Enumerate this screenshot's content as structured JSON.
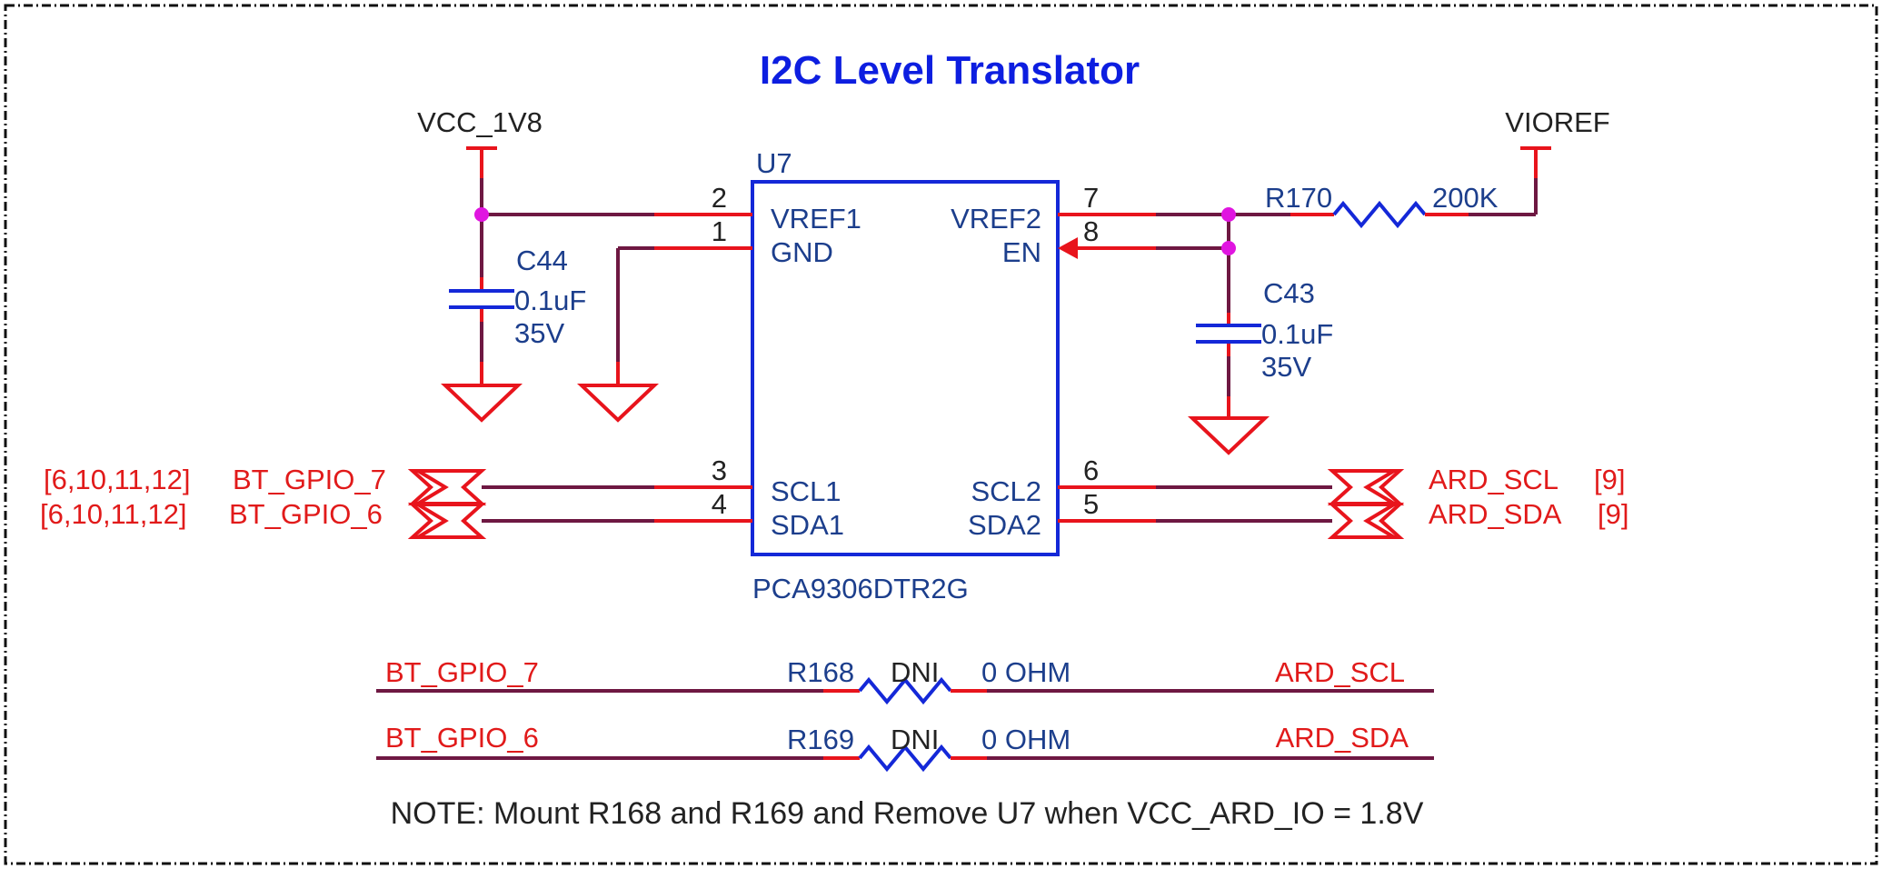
{
  "title": "I2C Level Translator",
  "power": {
    "left_rail": "VCC_1V8",
    "right_rail": "VIOREF"
  },
  "ic": {
    "refdes": "U7",
    "part_number": "PCA9306DTR2G",
    "pins": {
      "vref1": {
        "name": "VREF1",
        "number": "2"
      },
      "gnd": {
        "name": "GND",
        "number": "1"
      },
      "scl1": {
        "name": "SCL1",
        "number": "3"
      },
      "sda1": {
        "name": "SDA1",
        "number": "4"
      },
      "vref2": {
        "name": "VREF2",
        "number": "7"
      },
      "en": {
        "name": "EN",
        "number": "8"
      },
      "scl2": {
        "name": "SCL2",
        "number": "6"
      },
      "sda2": {
        "name": "SDA2",
        "number": "5"
      }
    }
  },
  "capacitors": {
    "c44": {
      "refdes": "C44",
      "value": "0.1uF",
      "voltage": "35V"
    },
    "c43": {
      "refdes": "C43",
      "value": "0.1uF",
      "voltage": "35V"
    }
  },
  "resistors": {
    "r170": {
      "refdes": "R170",
      "value": "200K"
    },
    "r168": {
      "refdes": "R168",
      "dni": "DNI",
      "value": "0 OHM"
    },
    "r169": {
      "refdes": "R169",
      "dni": "DNI",
      "value": "0 OHM"
    }
  },
  "nets": {
    "bt_gpio_7": {
      "name": "BT_GPIO_7",
      "refs": "[6,10,11,12]"
    },
    "bt_gpio_6": {
      "name": "BT_GPIO_6",
      "refs": "[6,10,11,12]"
    },
    "ard_scl": {
      "name": "ARD_SCL",
      "refs": "[9]"
    },
    "ard_sda": {
      "name": "ARD_SDA",
      "refs": "[9]"
    }
  },
  "note": "NOTE: Mount R168 and R169 and Remove U7 when VCC_ARD_IO = 1.8V",
  "colors": {
    "title": "#0d1ee0",
    "wire": "#6e1842",
    "pin": "#e8141c",
    "component": "#1428d8",
    "junction": "#e015e0",
    "net_label": "#e11a1a"
  }
}
